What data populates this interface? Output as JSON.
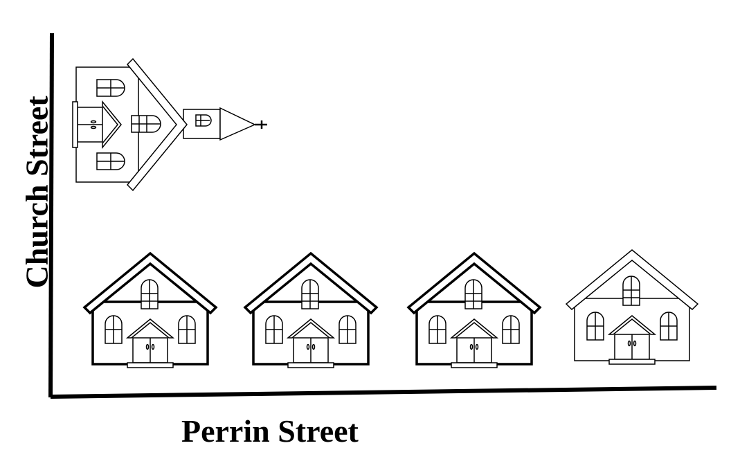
{
  "labels": {
    "x_axis": "Perrin Street",
    "y_axis": "Church Street"
  },
  "buildings": [
    {
      "type": "church",
      "icon": "church-icon"
    },
    {
      "type": "house",
      "icon": "house-icon"
    },
    {
      "type": "house",
      "icon": "house-icon"
    },
    {
      "type": "house",
      "icon": "house-icon"
    },
    {
      "type": "house",
      "icon": "house-icon"
    }
  ]
}
